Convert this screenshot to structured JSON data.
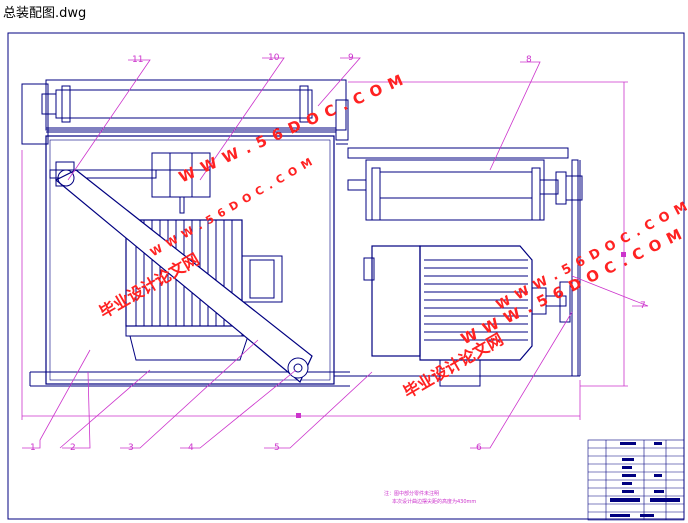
{
  "window": {
    "title": "总装配图.dwg"
  },
  "drawing": {
    "part_labels": [
      "1",
      "2",
      "3",
      "4",
      "5",
      "6",
      "7",
      "8",
      "9",
      "10",
      "11"
    ],
    "watermarks": {
      "url_upper": "W W W . 5 6 D O C . C O M",
      "url_lower": "W W W . 5 6 D O C . C O M",
      "url_small_1": "W W W . 5 6 D O C . C O M",
      "url_small_2": "W W W . 5 6 D O C . C O M",
      "cn_1": "毕业设计论文网",
      "cn_2": "毕业设计论文网"
    },
    "note_line_1": "注：图中部分零件未注明",
    "note_line_2": "本次设计曲边摆尖距的高度为430mm"
  },
  "colors": {
    "outline": "#000080",
    "leader": "#cc33cc",
    "watermark": "#ff2222"
  },
  "icons": {
    "table_marks": "title-block-table"
  }
}
